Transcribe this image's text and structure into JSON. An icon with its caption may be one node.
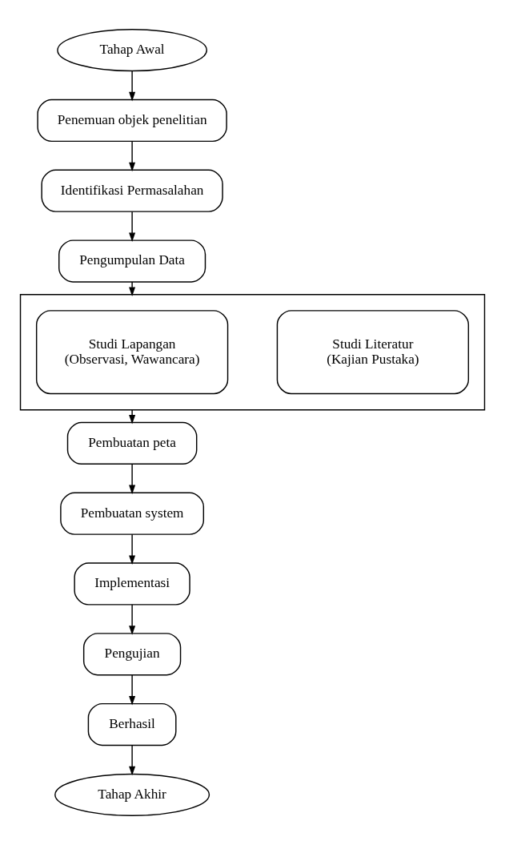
{
  "diagram": {
    "nodes": [
      {
        "text": [
          "Tahap Awal"
        ]
      },
      {
        "text": [
          "Penemuan objek penelitian"
        ]
      },
      {
        "text": [
          "Identifikasi Permasalahan"
        ]
      },
      {
        "text": [
          "Pengumpulan Data"
        ]
      },
      {
        "text": [],
        "shape": "box"
      },
      {
        "text": [
          "Studi Lapangan",
          "(Observasi, Wawancara)"
        ],
        "in": 4
      },
      {
        "text": [
          "Studi Literatur",
          "(Kajian Pustaka)"
        ],
        "in": 4
      },
      {
        "text": [
          "Pembuatan peta"
        ]
      },
      {
        "text": [
          "Pembuatan system"
        ]
      },
      {
        "text": [
          "Implementasi"
        ]
      },
      {
        "text": [
          "Pengujian"
        ]
      },
      {
        "text": [
          "Berhasil"
        ]
      },
      {
        "text": [
          "Tahap Akhir"
        ]
      }
    ],
    "edges": [
      {
        "from": 0,
        "to": 1,
        "arrow": "to"
      },
      {
        "from": 1,
        "to": 2,
        "arrow": "to"
      },
      {
        "from": 2,
        "to": 3,
        "arrow": "to"
      },
      {
        "from": 3,
        "to": 4,
        "arrow": "to"
      },
      {
        "from": 4,
        "to": 7,
        "arrow": "to"
      },
      {
        "from": 7,
        "to": 8,
        "arrow": "to"
      },
      {
        "from": 8,
        "to": 9,
        "arrow": "to"
      },
      {
        "from": 9,
        "to": 10,
        "arrow": "to"
      },
      {
        "from": 10,
        "to": 11,
        "arrow": "to"
      },
      {
        "from": 11,
        "to": 12,
        "arrow": "to"
      }
    ]
  }
}
